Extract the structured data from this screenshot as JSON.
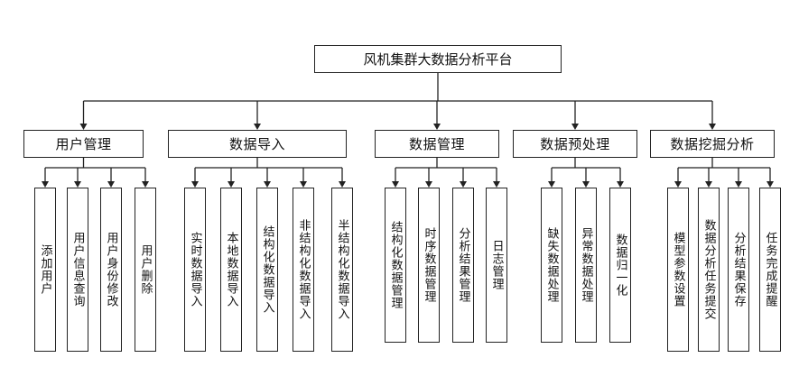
{
  "root": {
    "label": "风机集群大数据分析平台"
  },
  "categories": [
    {
      "label": "用户管理",
      "children": [
        "添加用户",
        "用户信息查询",
        "用户身份修改",
        "用户删除"
      ]
    },
    {
      "label": "数据导入",
      "children": [
        "实时数据导入",
        "本地数据导入",
        "结构化数据导入",
        "非结构化数据导入",
        "半结构化数据导入"
      ]
    },
    {
      "label": "数据管理",
      "children": [
        "结构化数据管理",
        "时序数据管理",
        "分析结果管理",
        "日志管理"
      ]
    },
    {
      "label": "数据预处理",
      "children": [
        "缺失数据处理",
        "异常数据处理",
        "数据归一化"
      ]
    },
    {
      "label": "数据挖掘分析",
      "children": [
        "模型参数设置",
        "数据分析任务提交",
        "分析结果保存",
        "任务完成提醒"
      ]
    }
  ]
}
